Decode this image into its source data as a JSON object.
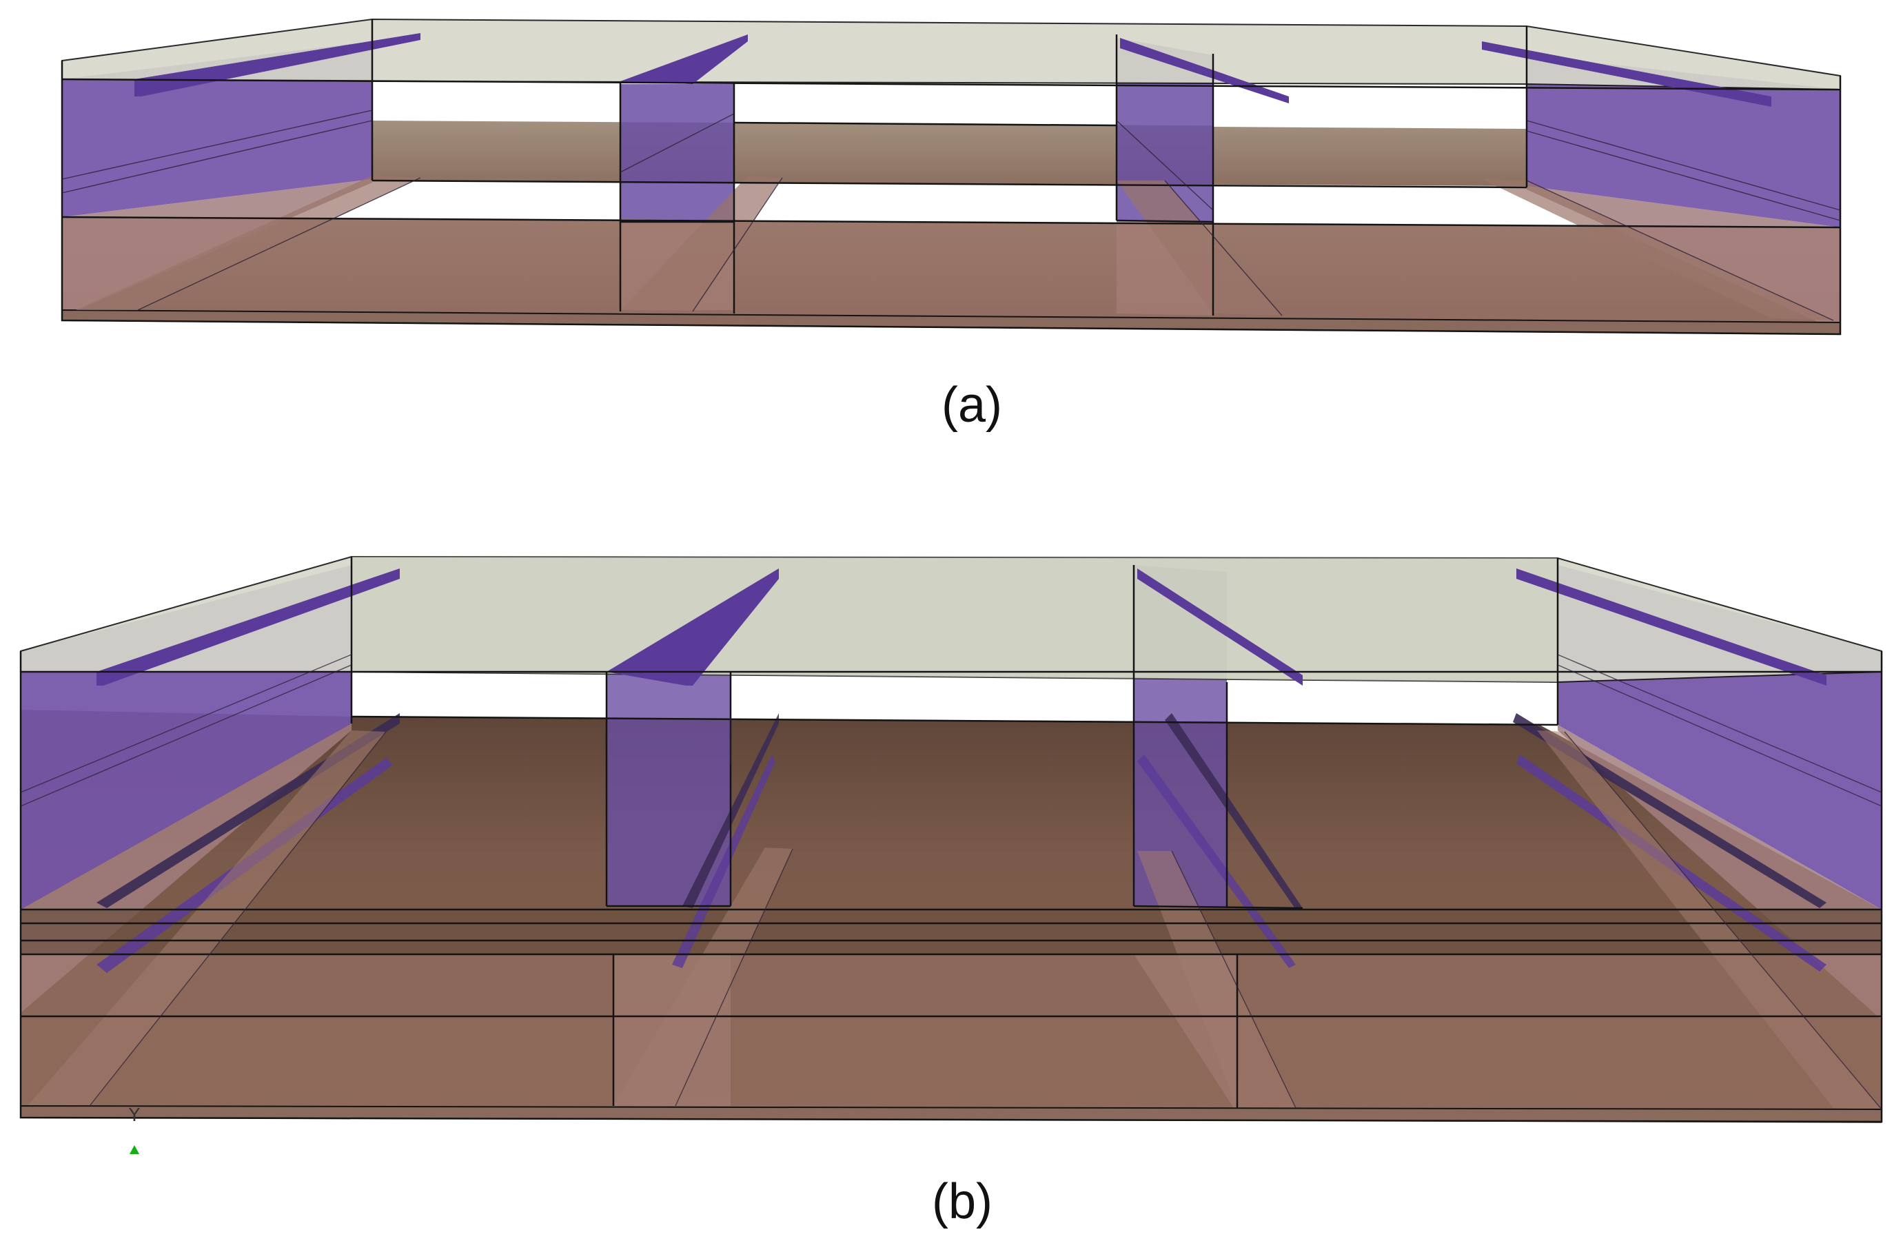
{
  "figure": {
    "captions": {
      "a": "(a)",
      "b": "(b)"
    },
    "axis_triad": {
      "label": "Y",
      "color": "#12b012",
      "icon": "axis-arrow-icon"
    },
    "colors": {
      "top_plate": "#d6d8c9",
      "top_plate_edge": "#b9bbab",
      "section": "#5a3b9a",
      "bottom_plate": "#946f5f",
      "side": "#c08f88",
      "edge": "#141414"
    }
  }
}
